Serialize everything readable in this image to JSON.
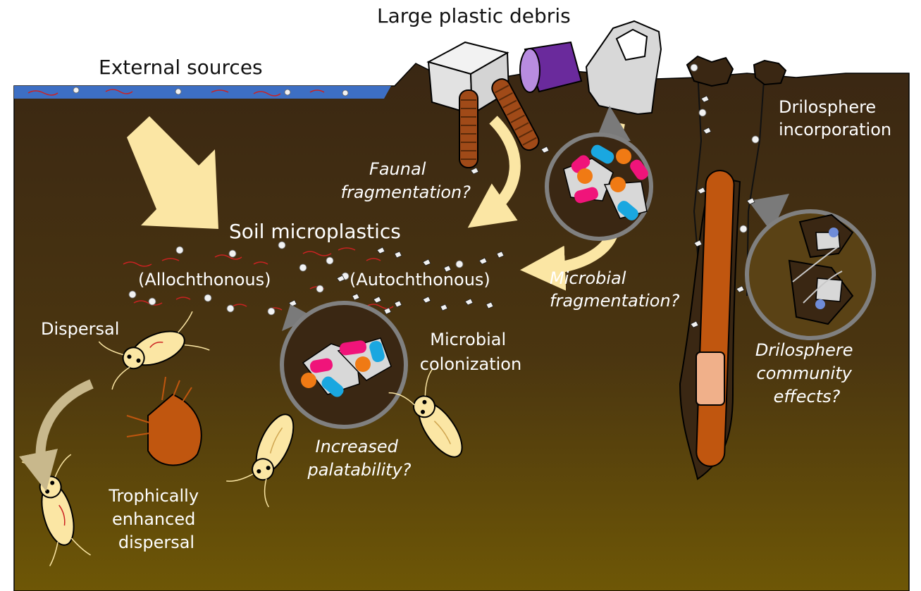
{
  "labels": {
    "large_plastic_debris": "Large plastic debris",
    "external_sources": "External sources",
    "drilosphere_incorporation": [
      "Drilosphere",
      "incorporation"
    ],
    "faunal_fragmentation": [
      "Faunal",
      "fragmentation?"
    ],
    "soil_microplastics": "Soil microplastics",
    "allochthonous": "(Allochthonous)",
    "autochthonous": "(Autochthonous)",
    "microbial_fragmentation": [
      "Microbial",
      "fragmentation?"
    ],
    "dispersal": "Dispersal",
    "microbial_colonization": [
      "Microbial",
      "colonization"
    ],
    "drilosphere_community_effects": [
      "Drilosphere",
      "community",
      "effects?"
    ],
    "increased_palatability": [
      "Increased",
      "palatability?"
    ],
    "trophically_enhanced_dispersal": [
      "Trophically",
      "enhanced",
      "dispersal"
    ]
  },
  "colors": {
    "soil_top": "#3a2713",
    "soil_bottom": "#6b5408",
    "water": "#3d6fc4",
    "arrow": "#fbe6a4",
    "arrow_faded": "#c8b88c",
    "worm": "#c0560f",
    "clitellum": "#f0b08a",
    "bug_body": "#fbe6a4",
    "mite": "#c0560f",
    "bacterium_pink": "#f0147a",
    "bacterium_blue": "#1aa7e0",
    "bacterium_orange": "#f07a14",
    "fiber": "#cc2222",
    "particle": "#f2f2f2",
    "lens_ring": "#808080"
  }
}
